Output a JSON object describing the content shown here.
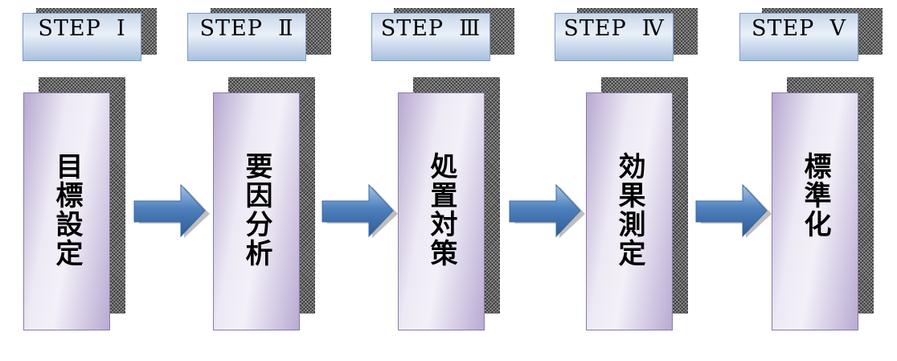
{
  "steps": [
    {
      "header": "STEP  Ⅰ",
      "label": "目標設定"
    },
    {
      "header": "STEP  Ⅱ",
      "label": "要因分析"
    },
    {
      "header": "STEP  Ⅲ",
      "label": "処置対策"
    },
    {
      "header": "STEP  Ⅳ",
      "label": "効果測定"
    },
    {
      "header": "STEP  Ⅴ",
      "label": "標準化"
    }
  ],
  "colors": {
    "tab_fill": "#c9d8ea",
    "box_fill": "#eeeaf5",
    "box_accent": "#b7a8d1",
    "arrow": "#4f81bd"
  }
}
